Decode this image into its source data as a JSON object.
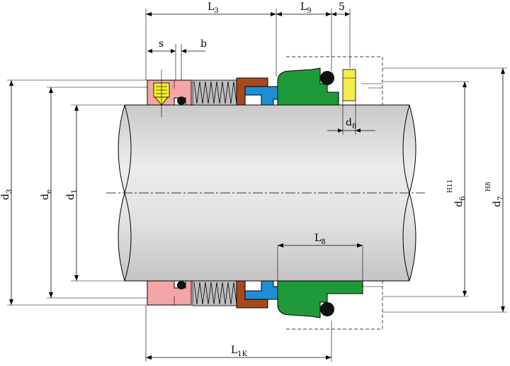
{
  "labels": {
    "L3": {
      "main": "L",
      "sub": "3"
    },
    "L9": {
      "main": "L",
      "sub": "9"
    },
    "five": "5",
    "s": "s",
    "b": "b",
    "d8": {
      "main": "d",
      "sub": "8"
    },
    "L8": {
      "main": "L",
      "sub": "8"
    },
    "L1K": {
      "main": "L",
      "sub": "1K"
    },
    "d3": {
      "main": "d",
      "sub": "3"
    },
    "de": {
      "main": "d",
      "sub": "e"
    },
    "d1": {
      "main": "d",
      "sub": "1"
    },
    "d6": {
      "main": "d",
      "sub": "6",
      "tol": "H11"
    },
    "d7": {
      "main": "d",
      "sub": "7",
      "tol": "H8"
    }
  },
  "colors": {
    "shaft": "#d9d9d9",
    "shaft_highlight": "#eeeeee",
    "pink_seat": "#f2a6a6",
    "spring": "#bdbdbd",
    "brown_ring": "#a64a1b",
    "blue_ring": "#1e8ed6",
    "green_ring": "#1f9a3a",
    "oring": "#111111",
    "yellow_screw": "#f7ef2a",
    "yellow_pin": "#f3ec4a"
  }
}
